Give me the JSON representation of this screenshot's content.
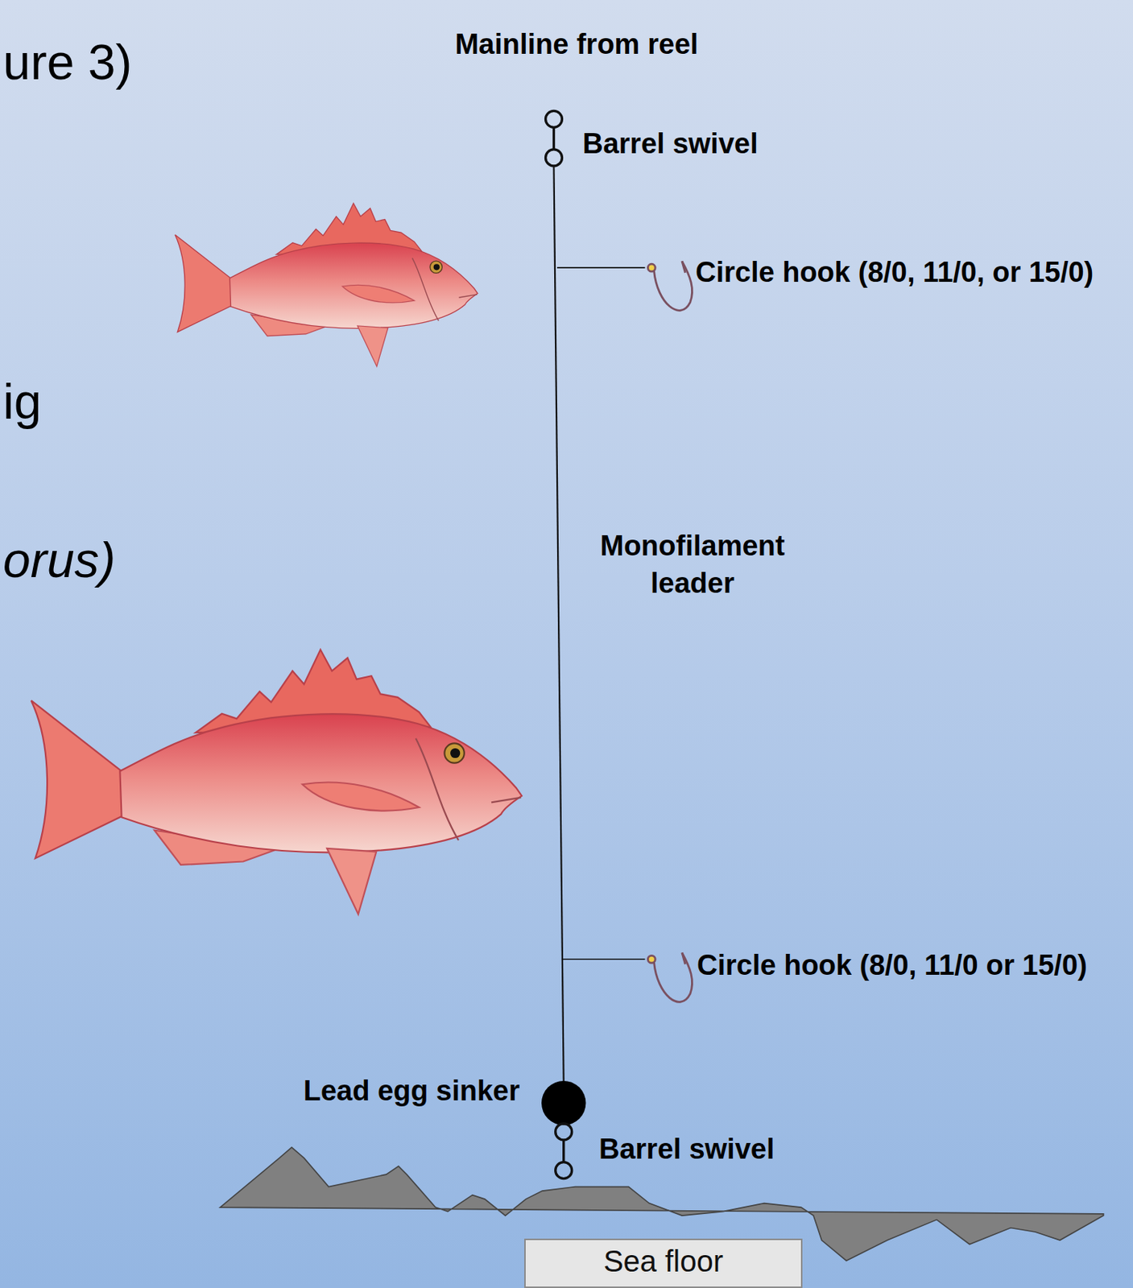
{
  "diagram": {
    "nodes": [
      {
        "text": [
          "Sea floor"
        ]
      }
    ],
    "labels": [
      "ure 3)",
      "ig",
      "orus)",
      "Mainline from reel",
      "Barrel swivel",
      "Circle hook (8/0, 11/0, or 15/0)",
      "Monofilament leader",
      "Circle hook (8/0, 11/0 or 15/0)",
      "Lead egg sinker",
      "Barrel swivel"
    ]
  }
}
